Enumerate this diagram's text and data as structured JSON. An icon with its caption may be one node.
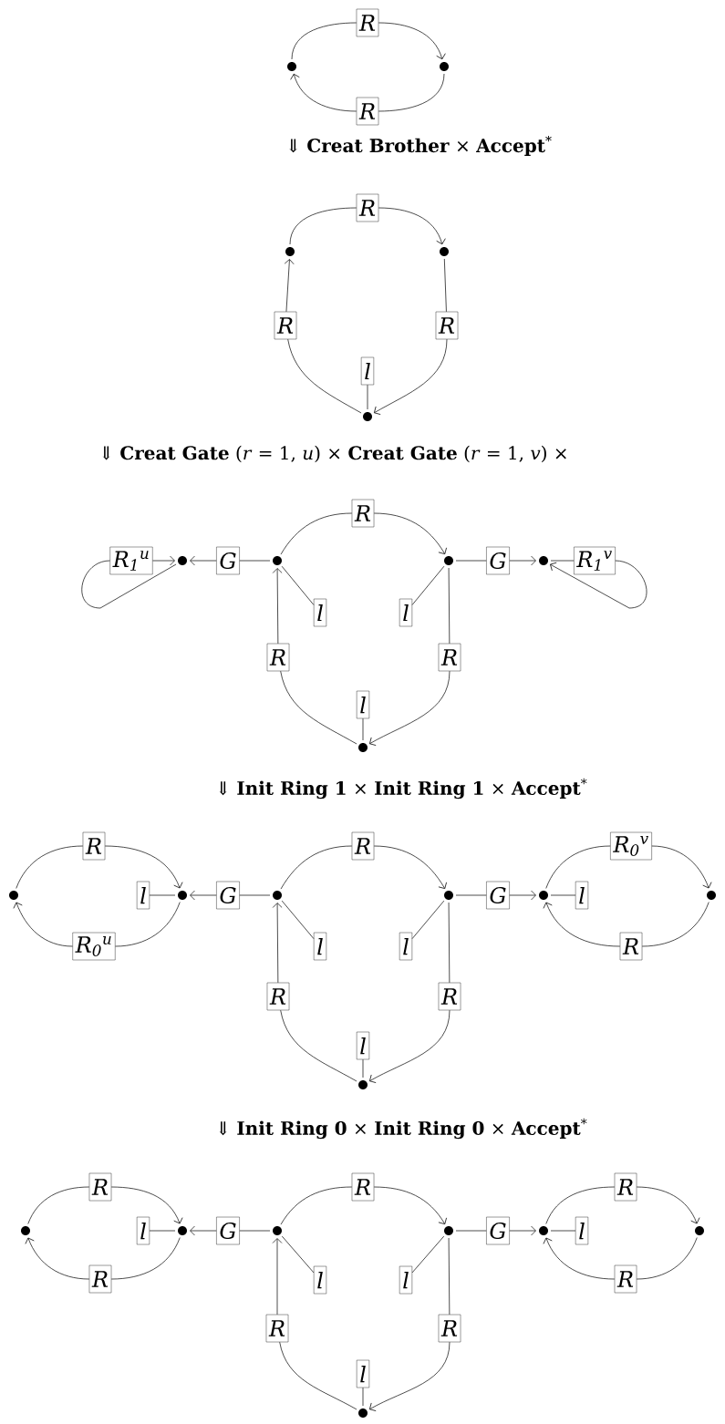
{
  "diagram": {
    "nodes": [
      {
        "text": [
          "R"
        ]
      },
      {
        "text": [],
        "shape": "circle"
      },
      {
        "text": [],
        "shape": "circle"
      },
      {
        "text": [
          "R"
        ]
      },
      {
        "text": [
          "R"
        ]
      },
      {
        "text": [],
        "shape": "circle"
      },
      {
        "text": [],
        "shape": "circle"
      },
      {
        "text": [
          "R"
        ]
      },
      {
        "text": [
          "R"
        ]
      },
      {
        "text": [
          "l"
        ]
      },
      {
        "text": [],
        "shape": "circle"
      },
      {
        "text": [
          "R"
        ]
      },
      {
        "text": [
          "R$_{1}$$^{u}$"
        ]
      },
      {
        "text": [],
        "shape": "circle"
      },
      {
        "text": [
          "G"
        ]
      },
      {
        "text": [],
        "shape": "circle"
      },
      {
        "text": [],
        "shape": "circle"
      },
      {
        "text": [
          "G"
        ]
      },
      {
        "text": [],
        "shape": "circle"
      },
      {
        "text": [
          "R$_{1}$$^{v}$"
        ]
      },
      {
        "text": [
          "l"
        ]
      },
      {
        "text": [
          "l"
        ]
      },
      {
        "text": [
          "R"
        ]
      },
      {
        "text": [
          "R"
        ]
      },
      {
        "text": [
          "l"
        ]
      },
      {
        "text": [],
        "shape": "circle"
      },
      {
        "text": [
          "R"
        ]
      },
      {
        "text": [
          "R"
        ]
      },
      {
        "text": [
          "R$_{0}$$^{v}$"
        ]
      },
      {
        "text": [],
        "shape": "circle"
      },
      {
        "text": [
          "l"
        ]
      },
      {
        "text": [],
        "shape": "circle"
      },
      {
        "text": [
          "G"
        ]
      },
      {
        "text": [],
        "shape": "circle"
      },
      {
        "text": [],
        "shape": "circle"
      },
      {
        "text": [
          "G"
        ]
      },
      {
        "text": [],
        "shape": "circle"
      },
      {
        "text": [
          "l"
        ]
      },
      {
        "text": [],
        "shape": "circle"
      },
      {
        "text": [
          "R$_{0}$$^{u}$"
        ]
      },
      {
        "text": [
          "l"
        ]
      },
      {
        "text": [
          "l"
        ]
      },
      {
        "text": [
          "R"
        ]
      },
      {
        "text": [
          "R"
        ]
      },
      {
        "text": [
          "R"
        ]
      },
      {
        "text": [
          "l"
        ]
      },
      {
        "text": [],
        "shape": "circle"
      },
      {
        "text": [
          "R"
        ]
      },
      {
        "text": [
          "R"
        ]
      },
      {
        "text": [
          "R"
        ]
      },
      {
        "text": [],
        "shape": "circle"
      },
      {
        "text": [
          "l"
        ]
      },
      {
        "text": [],
        "shape": "circle"
      },
      {
        "text": [
          "G"
        ]
      },
      {
        "text": [],
        "shape": "circle"
      },
      {
        "text": [],
        "shape": "circle"
      },
      {
        "text": [
          "G"
        ]
      },
      {
        "text": [],
        "shape": "circle"
      },
      {
        "text": [
          "l"
        ]
      },
      {
        "text": [],
        "shape": "circle"
      },
      {
        "text": [
          "R"
        ]
      },
      {
        "text": [
          "l"
        ]
      },
      {
        "text": [
          "l"
        ]
      },
      {
        "text": [
          "R"
        ]
      },
      {
        "text": [
          "R"
        ]
      },
      {
        "text": [
          "R"
        ]
      },
      {
        "text": [
          "l"
        ]
      },
      {
        "text": [],
        "shape": "circle"
      }
    ],
    "edges": [
      {
        "from": 1,
        "to": 0,
        "arrow": "none"
      },
      {
        "from": 0,
        "to": 2,
        "arrow": "to"
      },
      {
        "from": 2,
        "to": 3,
        "arrow": "none"
      },
      {
        "from": 3,
        "to": 1,
        "arrow": "to"
      },
      {
        "from": 5,
        "to": 4,
        "arrow": "none"
      },
      {
        "from": 4,
        "to": 6,
        "arrow": "to"
      },
      {
        "from": 6,
        "to": 8,
        "arrow": "none"
      },
      {
        "from": 8,
        "to": 10,
        "arrow": "to"
      },
      {
        "from": 10,
        "to": 9,
        "arrow": "none"
      },
      {
        "from": 10,
        "to": 7,
        "arrow": "none"
      },
      {
        "from": 7,
        "to": 5,
        "arrow": "to"
      },
      {
        "from": 12,
        "to": 13,
        "arrow": "to"
      },
      {
        "from": 13,
        "to": 12,
        "arrow": "none"
      },
      {
        "from": 15,
        "to": 14,
        "arrow": "none"
      },
      {
        "from": 14,
        "to": 13,
        "arrow": "to"
      },
      {
        "from": 15,
        "to": 11,
        "arrow": "none"
      },
      {
        "from": 11,
        "to": 16,
        "arrow": "to"
      },
      {
        "from": 16,
        "to": 17,
        "arrow": "none"
      },
      {
        "from": 17,
        "to": 18,
        "arrow": "to"
      },
      {
        "from": 18,
        "to": 19,
        "arrow": "none"
      },
      {
        "from": 19,
        "to": 18,
        "arrow": "to"
      },
      {
        "from": 15,
        "to": 20,
        "arrow": "none"
      },
      {
        "from": 16,
        "to": 21,
        "arrow": "none"
      },
      {
        "from": 16,
        "to": 23,
        "arrow": "none"
      },
      {
        "from": 23,
        "to": 25,
        "arrow": "to"
      },
      {
        "from": 25,
        "to": 24,
        "arrow": "none"
      },
      {
        "from": 25,
        "to": 22,
        "arrow": "none"
      },
      {
        "from": 22,
        "to": 15,
        "arrow": "to"
      },
      {
        "from": 29,
        "to": 26,
        "arrow": "none"
      },
      {
        "from": 26,
        "to": 31,
        "arrow": "to"
      },
      {
        "from": 31,
        "to": 39,
        "arrow": "none"
      },
      {
        "from": 39,
        "to": 29,
        "arrow": "to"
      },
      {
        "from": 31,
        "to": 30,
        "arrow": "none"
      },
      {
        "from": 33,
        "to": 32,
        "arrow": "none"
      },
      {
        "from": 32,
        "to": 31,
        "arrow": "to"
      },
      {
        "from": 33,
        "to": 27,
        "arrow": "none"
      },
      {
        "from": 27,
        "to": 34,
        "arrow": "to"
      },
      {
        "from": 34,
        "to": 35,
        "arrow": "none"
      },
      {
        "from": 35,
        "to": 36,
        "arrow": "to"
      },
      {
        "from": 36,
        "to": 28,
        "arrow": "none"
      },
      {
        "from": 28,
        "to": 38,
        "arrow": "to"
      },
      {
        "from": 38,
        "to": 42,
        "arrow": "none"
      },
      {
        "from": 42,
        "to": 36,
        "arrow": "to"
      },
      {
        "from": 36,
        "to": 37,
        "arrow": "none"
      },
      {
        "from": 33,
        "to": 40,
        "arrow": "none"
      },
      {
        "from": 34,
        "to": 41,
        "arrow": "none"
      },
      {
        "from": 34,
        "to": 44,
        "arrow": "none"
      },
      {
        "from": 44,
        "to": 46,
        "arrow": "to"
      },
      {
        "from": 46,
        "to": 45,
        "arrow": "none"
      },
      {
        "from": 46,
        "to": 43,
        "arrow": "none"
      },
      {
        "from": 43,
        "to": 33,
        "arrow": "to"
      },
      {
        "from": 50,
        "to": 47,
        "arrow": "none"
      },
      {
        "from": 47,
        "to": 52,
        "arrow": "to"
      },
      {
        "from": 52,
        "to": 60,
        "arrow": "none"
      },
      {
        "from": 60,
        "to": 50,
        "arrow": "to"
      },
      {
        "from": 52,
        "to": 51,
        "arrow": "none"
      },
      {
        "from": 54,
        "to": 53,
        "arrow": "none"
      },
      {
        "from": 53,
        "to": 52,
        "arrow": "to"
      },
      {
        "from": 54,
        "to": 48,
        "arrow": "none"
      },
      {
        "from": 48,
        "to": 55,
        "arrow": "to"
      },
      {
        "from": 55,
        "to": 56,
        "arrow": "none"
      },
      {
        "from": 56,
        "to": 57,
        "arrow": "to"
      },
      {
        "from": 57,
        "to": 49,
        "arrow": "none"
      },
      {
        "from": 49,
        "to": 59,
        "arrow": "to"
      },
      {
        "from": 59,
        "to": 63,
        "arrow": "none"
      },
      {
        "from": 63,
        "to": 57,
        "arrow": "to"
      },
      {
        "from": 57,
        "to": 58,
        "arrow": "none"
      },
      {
        "from": 54,
        "to": 61,
        "arrow": "none"
      },
      {
        "from": 55,
        "to": 62,
        "arrow": "none"
      },
      {
        "from": 55,
        "to": 65,
        "arrow": "none"
      },
      {
        "from": 65,
        "to": 67,
        "arrow": "to"
      },
      {
        "from": 67,
        "to": 66,
        "arrow": "none"
      },
      {
        "from": 67,
        "to": 64,
        "arrow": "none"
      },
      {
        "from": 64,
        "to": 54,
        "arrow": "to"
      }
    ],
    "labels": [
      "⇓ **Creat Brother** × **Accept**$^{*}$",
      "⇓ **Creat Gate** (*r* = 1, *u*) × **Creat Gate** (*r* = 1, *v*) ×",
      "⇓ **Init Ring 1** × **Init Ring 1** × **Accept**$^{*}$",
      "⇓ **Init Ring 0** × **Init Ring 0** × **Accept**$^{*}$"
    ]
  }
}
